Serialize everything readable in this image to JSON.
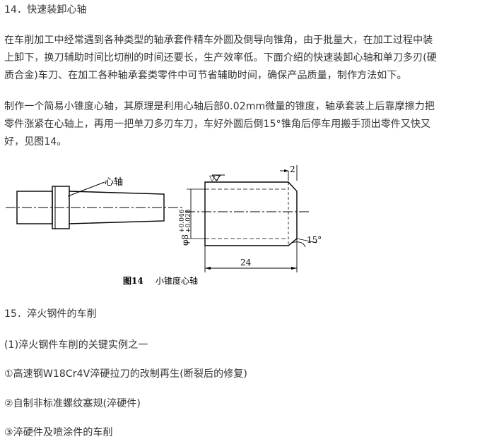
{
  "heading14": "14．快速装卸心轴",
  "para1": [
    "在车削加工中经常遇到各种类型的轴承套件精车外圆及倒导向锥角，由于批量大，在加工过程中装",
    "上卸下，换刀辅助时间比切削的时间还要长，生产效率低。下面介绍的快速装卸心轴和单刀多刃(硬",
    "质合金)车刀、在加工各种轴承套类零件中可节省辅助时间，确保产品质量，制作方法如下。"
  ],
  "para2": [
    "制作一个简易小锥度心轴，其原理是利用心轴后部0.02mm微量的锥度，轴承套装上后靠摩擦力把",
    "零件涨紧在心轴上，再用一把单刀多刃车刀，车好外圆后倒15°锥角后停车用搬手顶出零件又快又",
    "好，见图14。"
  ],
  "figure": {
    "mandrel_label": "心轴",
    "roughness_mark": "▽7",
    "dim_chamfer": "2",
    "dim_diameter": "φ8+0.046 / +0.028",
    "dim_diameter_main": "φ8",
    "dim_diameter_upper": "+0.046",
    "dim_diameter_lower": "+0.028",
    "dim_angle": "15°",
    "dim_length": "24",
    "caption_num": "图14",
    "caption_text": "小锥度心轴"
  },
  "heading15": "15．淬火钢件的车削",
  "item1": "(1)淬火钢件车削的关键实例之一",
  "item2": "①高速钢W18Cr4V淬硬拉刀的改制再生(断裂后的修复)",
  "item3": "②自制非标准螺纹塞规(淬硬件)",
  "item4": "③淬硬件及喷涂件的车削"
}
